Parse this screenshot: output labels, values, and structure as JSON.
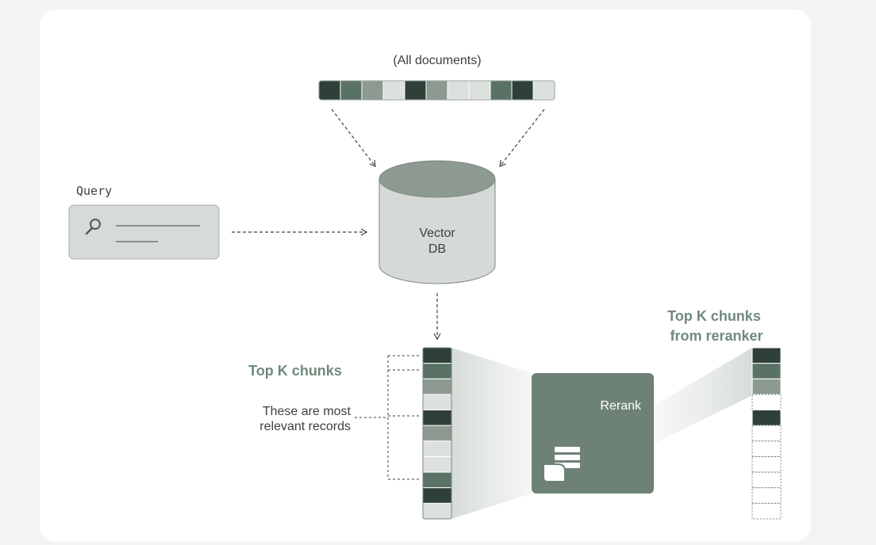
{
  "all_documents_label": "(All documents)",
  "query_label": "Query",
  "vector_db_line1": "Vector",
  "vector_db_line2": "DB",
  "top_k_chunks_label": "Top K chunks",
  "relevant_note_line1": "These are most",
  "relevant_note_line2": "relevant records",
  "rerank_label": "Rerank",
  "reranker_label_line1": "Top K chunks",
  "reranker_label_line2": "from reranker",
  "icons": {
    "query": "search-icon",
    "rerank": "stacked-documents-icon",
    "database": "cylinder-database-icon"
  },
  "colors": {
    "dark": "#2e4038",
    "mid_dark": "#5a7265",
    "mid": "#8c9a92",
    "light": "#dde1de",
    "rerank_box": "#6d8275",
    "accent_text": "#6f8a7c"
  },
  "documents_strip": [
    "dark",
    "mid_dark",
    "mid",
    "light",
    "dark",
    "mid",
    "light",
    "light",
    "mid_dark",
    "dark",
    "light"
  ],
  "top_k_chunks": [
    "dark",
    "mid_dark",
    "mid",
    "light",
    "dark",
    "mid",
    "light",
    "light",
    "mid_dark",
    "dark",
    "light"
  ],
  "reranked_chunks": [
    "dark",
    "mid_dark",
    "mid",
    "empty",
    "dark",
    "empty",
    "empty",
    "empty",
    "empty",
    "empty",
    "empty"
  ]
}
